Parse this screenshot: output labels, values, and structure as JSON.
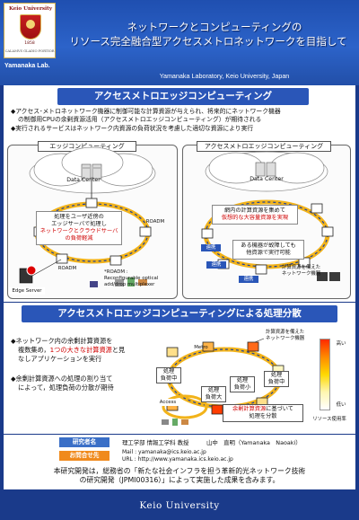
{
  "header": {
    "university_logo_text": "Keio University",
    "logo_year": "1858",
    "logo_motto": "CALAMVS GLADIO FORTIOR",
    "lab_badge": "Yamanaka Lab.",
    "title_line1": "ネットワークとコンピューティングの",
    "title_line2": "リソース完全融合型アクセスメトロネットワークを目指して",
    "affiliation": "Yamanaka Laboratory, Keio University, Japan"
  },
  "section1": {
    "title": "アクセスメトロエッジコンピューティング",
    "bullet1_line1": "◆アクセス･メトロネットワーク機器に制御可能な計算資源が与えられ、将来的にネットワーク機器",
    "bullet1_line2": "の制御用CPUの余剰資源活用（アクセスメトロエッジコンピューティング）が期待される",
    "bullet2": "◆実行されるサービスはネットワーク内資源の負荷状況を考慮した適切な資源により実行",
    "left_diagram": {
      "tab": "エッジコンピューティング",
      "data_center": "Data Center",
      "note_line1": "処理をユーザ近傍の",
      "note_line2": "エッジサーバで処理し",
      "note_line3": "ネットワークとクラウドサーバ",
      "note_line4": "の負荷軽減",
      "roadm1": "ROADM",
      "roadm2": "ROADM",
      "edge_server": "Edge Server",
      "legend_title": "*ROADM :",
      "legend_line1": "Reconfigurable optical",
      "legend_line2": "add/drop multiplexer"
    },
    "right_diagram": {
      "tab": "アクセスメトロエッジコンピューティング",
      "data_center": "Data Center",
      "note1_line1": "網内の計算資源を集めて",
      "note1_line2": "仮想的な大容量資源を実現",
      "note2_line1": "ある機器が故障しても",
      "note2_line2": "他資源で実行可能",
      "link1": "連携",
      "link2": "連携",
      "link3": "連携",
      "equip_line1": "計算資源を備えた",
      "equip_line2": "ネットワーク機器"
    }
  },
  "section2": {
    "title": "アクセスメトロエッジコンピューティングによる処理分散",
    "bullet1_line1": "◆ネットワーク内の余剰計算資源を",
    "bullet1_line2a": "複数集め，",
    "bullet1_line2b": "1つの大きな計算資源",
    "bullet1_line2c": "と見",
    "bullet1_line3": "なしアプリケーションを実行",
    "bullet2_line1": "◆余剰計算資源への処理の割り当て",
    "bullet2_line2": "によって，処理負荷の分散が期待",
    "diagram": {
      "equip_line1": "計算資源を備えた",
      "equip_line2": "ネットワーク機器",
      "metro": "Metro",
      "access": "Access",
      "proc1_line1": "処理",
      "proc1_line2": "負荷中",
      "proc2_line1": "処理",
      "proc2_line2": "負荷大",
      "proc3_line1": "処理",
      "proc3_line2": "負荷小",
      "proc4_line1": "処理",
      "proc4_line2": "負荷中",
      "assign_line1": "余剰計算資源",
      "assign_line1b": "に基づいて",
      "assign_line2": "処理を分散"
    },
    "colorbar": {
      "high": "高い",
      "low": "低い",
      "label": "リソース使用率",
      "colors": [
        "#ff2a00",
        "#ff8a00",
        "#ffd800",
        "#fff6b0",
        "#ffffff"
      ]
    }
  },
  "contact": {
    "researcher_tag": "研究者名",
    "contact_tag": "お問合せ先",
    "researcher": "理工学部 情報工学科 教授",
    "researcher_name": "山中　直明（Yamanaka　Naoaki）",
    "mail": "Mail : yamanaka@ics.keio.ac.jp",
    "url": "URL : http://www.yamanaka.ics.keio.ac.jp"
  },
  "note": {
    "line1": "本研究開発は，総務省の「新たな社会インフラを担う革新的光ネットワーク技術",
    "line2": "の研究開発（JPMI00316）」によって実施した成果を含みます。"
  },
  "footer": {
    "text": "Keio University"
  },
  "colors": {
    "primary_blue": "#2a56b8",
    "tag_blue": "#3a6fc7",
    "tag_orange": "#f08a1c",
    "ring_orange": "#f2b31a"
  }
}
